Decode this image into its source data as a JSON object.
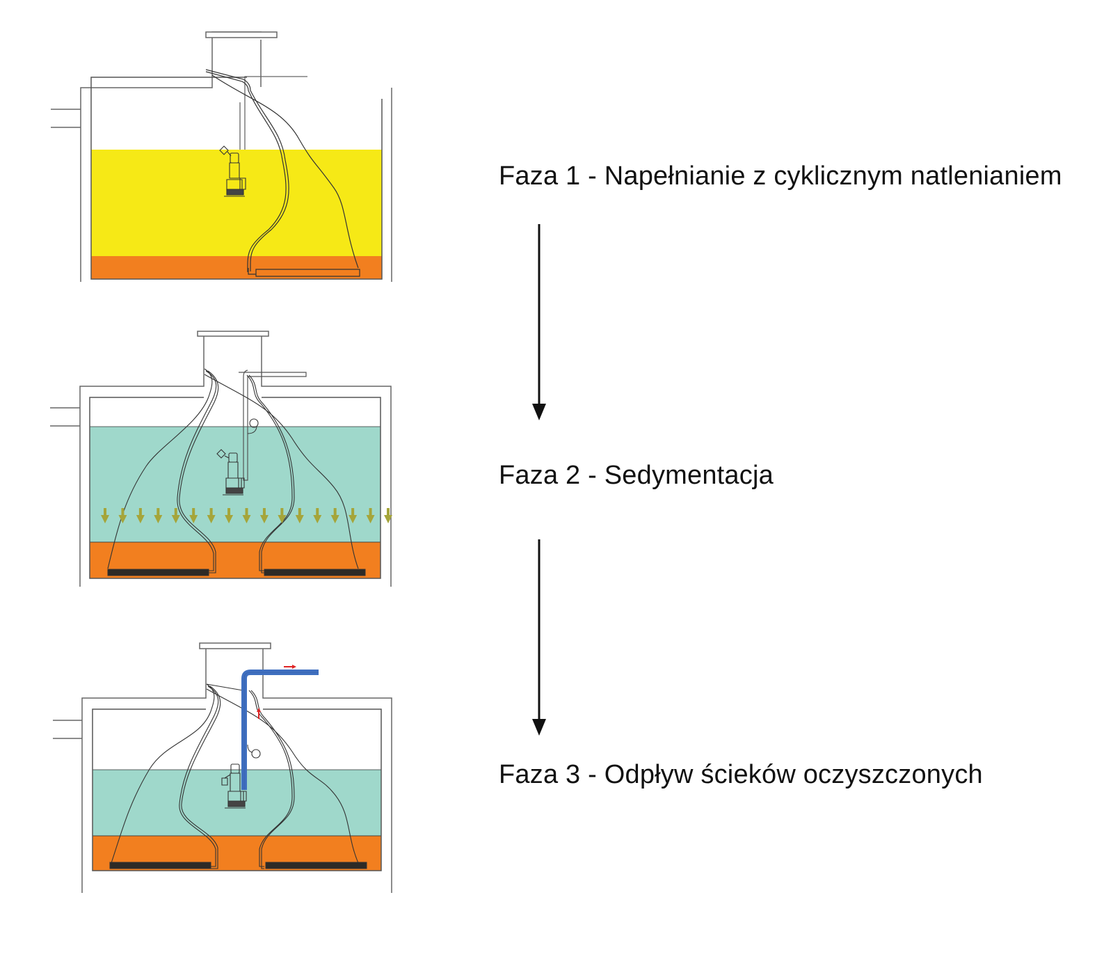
{
  "title": "Fazy pracy oczyszczalni SBR",
  "colors": {
    "wastewater_fill": "#f6e916",
    "sludge": "#f27f1f",
    "clear_water": "#9fd8cb",
    "sedimentation_arrows": "#a5a53a",
    "outflow_pipe": "#3f6fc0",
    "flow_arrows": "#e02525",
    "diffuser": "#2d2a26",
    "outline": "#555555"
  },
  "phases": [
    {
      "number": 1,
      "label": "Faza 1 - Napełnianie z cyklicznym natlenianiem",
      "liquid_level_fraction": 0.72,
      "liquid_layer": "wastewater",
      "sludge_fraction": 0.13,
      "diffusers": 1,
      "outflow_active": false,
      "sedimentation_arrows": 0
    },
    {
      "number": 2,
      "label": "Faza 2 - Sedymentacja",
      "liquid_level_fraction": 0.79,
      "liquid_layer": "clear_water",
      "sludge_fraction": 0.2,
      "diffusers": 2,
      "outflow_active": false,
      "sedimentation_arrows": 17
    },
    {
      "number": 3,
      "label": "Faza 3 - Odpływ ścieków oczyszczonych",
      "liquid_level_fraction": 0.54,
      "liquid_layer": "clear_water",
      "sludge_fraction": 0.19,
      "diffusers": 2,
      "outflow_active": true,
      "sedimentation_arrows": 0
    }
  ],
  "transitions": [
    {
      "from": 1,
      "to": 2,
      "icon": "arrow-down-icon"
    },
    {
      "from": 2,
      "to": 3,
      "icon": "arrow-down-icon"
    }
  ]
}
